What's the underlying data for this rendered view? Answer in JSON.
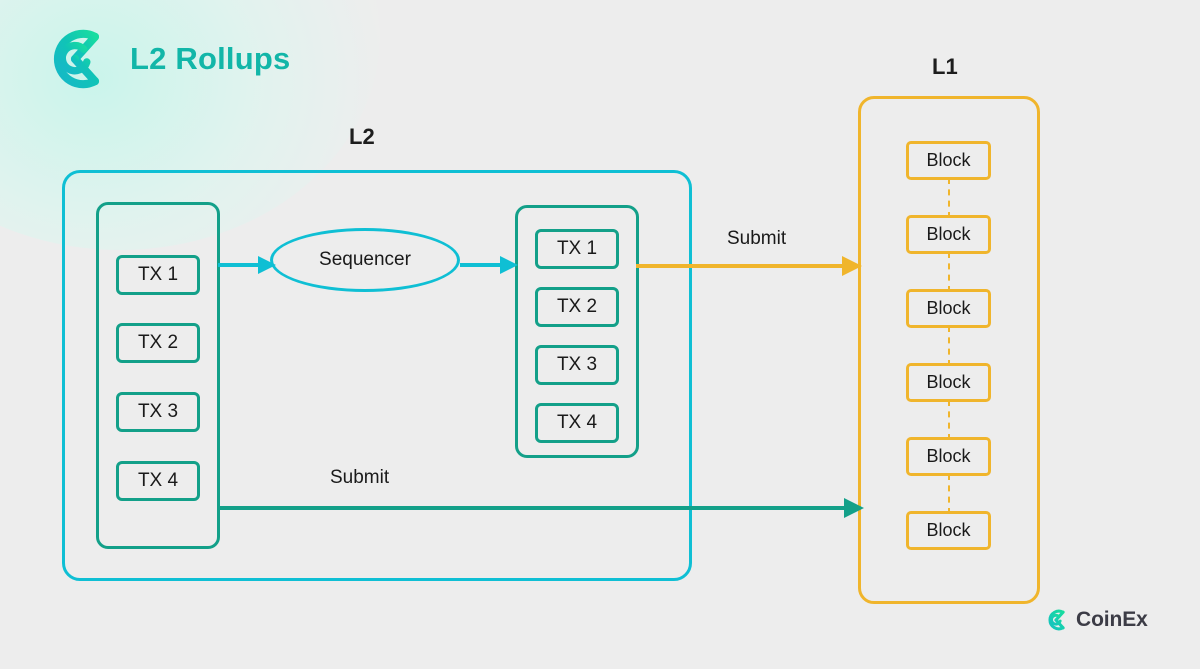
{
  "header": {
    "title": "L2 Rollups",
    "logo_icon": "coinex-spiral-logo-icon",
    "brand_color": "#12b6a8"
  },
  "captions": {
    "l2": "L2",
    "l1": "L1"
  },
  "colors": {
    "background": "#ededed",
    "l2_border": "#0fbfd4",
    "tx_border": "#13a089",
    "l1_border": "#f0b52c",
    "text": "#1a1a1a"
  },
  "l2": {
    "tx_pool": {
      "name": "transaction-pool",
      "items": [
        "TX 1",
        "TX 2",
        "TX 3",
        "TX 4"
      ]
    },
    "sequencer": {
      "label": "Sequencer"
    },
    "tx_batch": {
      "name": "transaction-batch",
      "items": [
        "TX 1",
        "TX 2",
        "TX 3",
        "TX 4"
      ]
    }
  },
  "l1": {
    "blocks": [
      "Block",
      "Block",
      "Block",
      "Block",
      "Block",
      "Block"
    ]
  },
  "arrows": {
    "pool_to_sequencer": {
      "color": "#0fbfd4"
    },
    "sequencer_to_batch": {
      "color": "#0fbfd4"
    },
    "batch_to_l1": {
      "label": "Submit",
      "color": "#f0b52c"
    },
    "pool_to_l1": {
      "label": "Submit",
      "color": "#13a089"
    }
  },
  "footer": {
    "brand": "CoinEx",
    "logo_icon": "coinex-spiral-logo-icon",
    "color": "#3c3c46"
  }
}
